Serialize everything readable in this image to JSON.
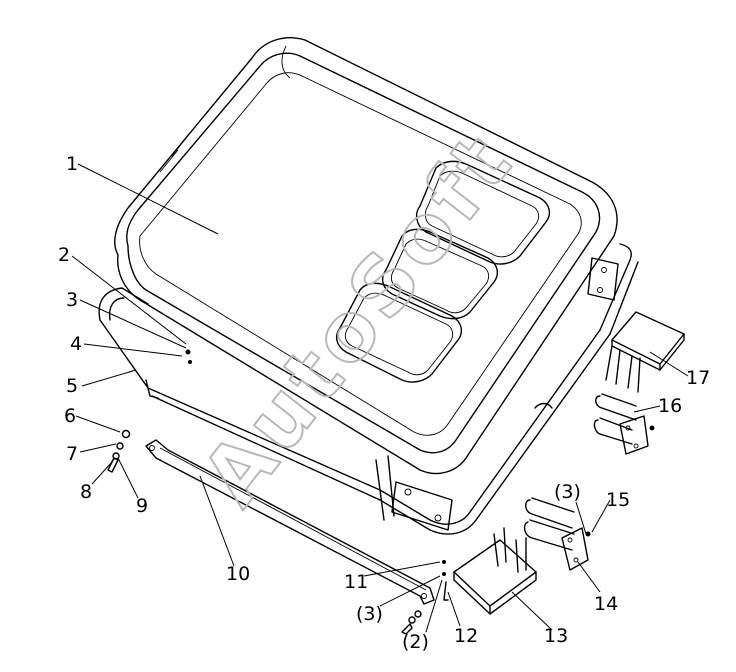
{
  "watermark": "AutoSoft",
  "callouts": [
    {
      "id": "c1",
      "text": "1"
    },
    {
      "id": "c2",
      "text": "2"
    },
    {
      "id": "c3",
      "text": "3"
    },
    {
      "id": "c4",
      "text": "4"
    },
    {
      "id": "c5",
      "text": "5"
    },
    {
      "id": "c6",
      "text": "6"
    },
    {
      "id": "c7",
      "text": "7"
    },
    {
      "id": "c8",
      "text": "8"
    },
    {
      "id": "c9",
      "text": "9"
    },
    {
      "id": "c10",
      "text": "10"
    },
    {
      "id": "c11",
      "text": "11"
    },
    {
      "id": "c3b",
      "text": "(3)"
    },
    {
      "id": "c2b",
      "text": "(2)"
    },
    {
      "id": "c12",
      "text": "12"
    },
    {
      "id": "c13",
      "text": "13"
    },
    {
      "id": "c14",
      "text": "14"
    },
    {
      "id": "c3c",
      "text": "(3)"
    },
    {
      "id": "c15",
      "text": "15"
    },
    {
      "id": "c16",
      "text": "16"
    },
    {
      "id": "c17",
      "text": "17"
    }
  ]
}
